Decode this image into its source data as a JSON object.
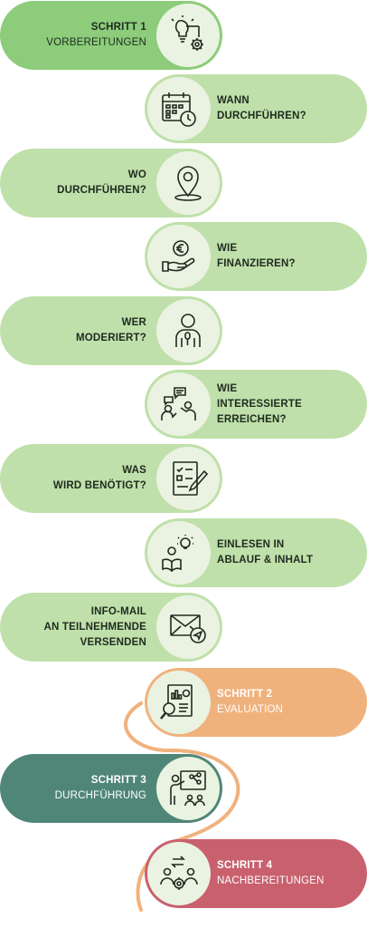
{
  "colors": {
    "green_dark": "#8ccc7a",
    "green_light": "#bfe0aa",
    "orange": "#f0b27d",
    "teal": "#508678",
    "rose": "#c9606d",
    "icon_circle": "#eaf3e1",
    "icon_stroke": "#1f2a1f"
  },
  "steps": [
    {
      "line1": "SCHRITT 1",
      "line2": "VORBEREITUNGEN",
      "icon": "lightbulb-gear-icon"
    },
    {
      "line1": "WANN",
      "line2": "DURCHFÜHREN?",
      "icon": "calendar-clock-icon"
    },
    {
      "line1": "WO",
      "line2": "DURCHFÜHREN?",
      "icon": "location-pin-icon"
    },
    {
      "line1": "WIE",
      "line2": "FINANZIEREN?",
      "icon": "euro-hand-icon"
    },
    {
      "line1": "WER",
      "line2": "MODERIERT?",
      "icon": "presenter-microphone-icon"
    },
    {
      "line1": "WIE",
      "line2": "INTERESSIERTE",
      "line3": "ERREICHEN?",
      "icon": "people-chat-icon"
    },
    {
      "line1": "WAS",
      "line2": "WIRD BENÖTIGT?",
      "icon": "checklist-pen-icon"
    },
    {
      "line1": "EINLESEN IN",
      "line2": "ABLAUF & INHALT",
      "icon": "reading-idea-icon"
    },
    {
      "line1": "INFO-MAIL",
      "line2": "AN TEILNEHMENDE",
      "line3": "VERSENDEN",
      "icon": "mail-send-icon"
    },
    {
      "line1": "SCHRITT 2",
      "line2": "EVALUATION",
      "icon": "report-magnifier-icon"
    },
    {
      "line1": "SCHRITT 3",
      "line2": "DURCHFÜHRUNG",
      "icon": "presentation-audience-icon"
    },
    {
      "line1": "SCHRITT 4",
      "line2": "NACHBEREITUNGEN",
      "icon": "team-exchange-gear-icon"
    }
  ]
}
